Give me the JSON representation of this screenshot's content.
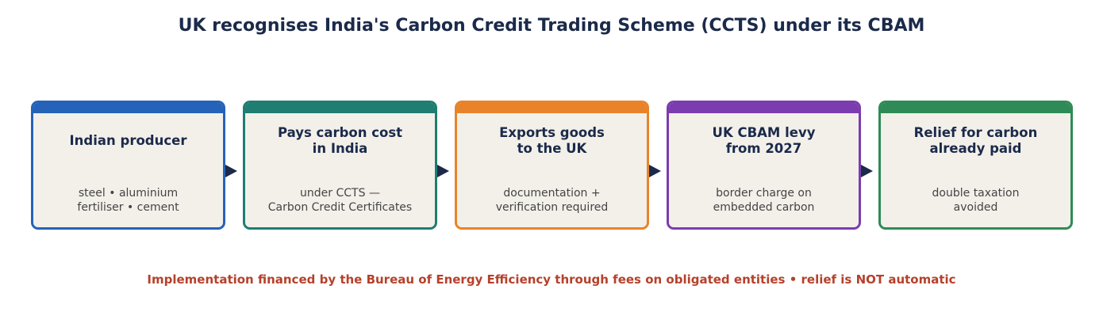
{
  "title": "UK recognises India's Carbon Credit Trading Scheme (CCTS) under its CBAM",
  "steps": [
    {
      "heading": "Indian producer",
      "detail": "steel • aluminium\nfertiliser • cement",
      "color": "#2563b8"
    },
    {
      "heading": "Pays carbon cost\nin India",
      "detail": "under CCTS —\nCarbon Credit Certificates",
      "color": "#1f7d72"
    },
    {
      "heading": "Exports goods\nto the UK",
      "detail": "documentation +\nverification required",
      "color": "#e8832a"
    },
    {
      "heading": "UK CBAM levy\nfrom 2027",
      "detail": "border charge on\nembedded carbon",
      "color": "#7b3cb0"
    },
    {
      "heading": "Relief for carbon\nalready paid",
      "detail": "double taxation\navoided",
      "color": "#2e8b57"
    }
  ],
  "arrow_color": "#1b2a4a",
  "arrow_icon": "arrow-right-icon",
  "footer": "Implementation financed by the Bureau of Energy Efficiency through fees on obligated entities  •  relief is NOT automatic"
}
